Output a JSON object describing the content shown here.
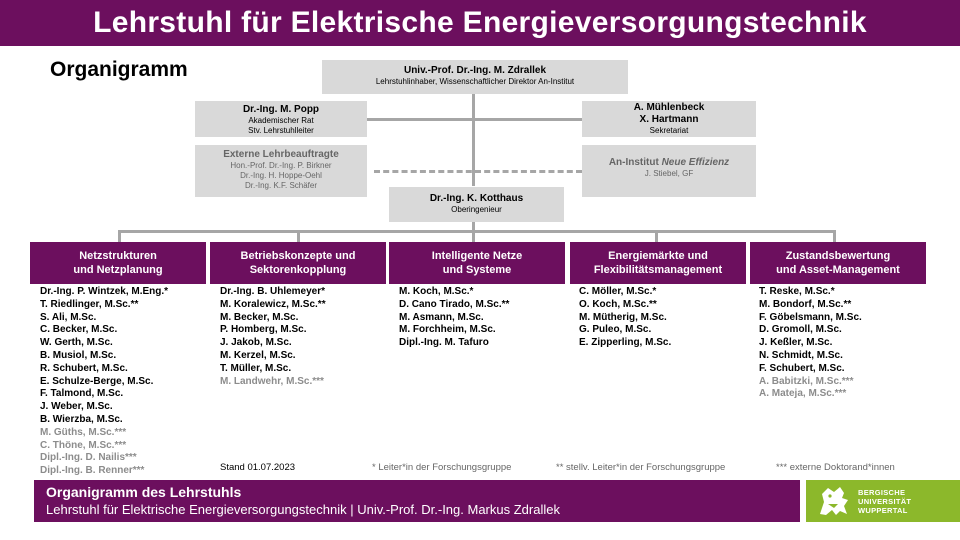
{
  "header": {
    "title": "Lehrstuhl für Elektrische Energieversorgungstechnik"
  },
  "page_title": "Organigramm",
  "head": {
    "name": "Univ.-Prof. Dr.-Ing. M. Zdrallek",
    "role": "Lehrstuhlinhaber, Wissenschaftlicher Direktor An-Institut"
  },
  "popp": {
    "name": "Dr.-Ing. M. Popp",
    "role1": "Akademischer Rat",
    "role2": "Stv. Lehrstuhlleiter"
  },
  "secretary": {
    "name1": "A. Mühlenbeck",
    "name2": "X. Hartmann",
    "role": "Sekretariat"
  },
  "external": {
    "title": "Externe Lehrbeauftragte",
    "p1": "Hon.-Prof. Dr.-Ing. P. Birkner",
    "p2": "Dr.-Ing. H. Hoppe-Oehl",
    "p3": "Dr.-Ing. K.F. Schäfer"
  },
  "institute": {
    "title_prefix": "An-Institut ",
    "title_italic": "Neue Effizienz",
    "sub": "J. Stiebel, GF"
  },
  "chief": {
    "name": "Dr.-Ing. K. Kotthaus",
    "role": "Oberingenieur"
  },
  "groups": [
    {
      "l1": "Netzstrukturen",
      "l2": "und Netzplanung",
      "members": [
        "Dr.-Ing. P. Wintzek, M.Eng.*",
        "T. Riedlinger, M.Sc.**",
        "S. Ali, M.Sc.",
        "C. Becker, M.Sc.",
        "W. Gerth, M.Sc.",
        "B. Musiol, M.Sc.",
        "R. Schubert, M.Sc.",
        "E. Schulze-Berge, M.Sc.",
        "F. Talmond, M.Sc.",
        "J. Weber, M.Sc.",
        "B. Wierzba, M.Sc."
      ],
      "ext": [
        "M. Güths, M.Sc.***",
        "C. Thöne, M.Sc.***",
        "Dipl.-Ing. D. Nailis***",
        "Dipl.-Ing. B. Renner***"
      ]
    },
    {
      "l1": "Betriebskonzepte und",
      "l2": "Sektorenkopplung",
      "members": [
        "Dr.-Ing. B. Uhlemeyer*",
        "M. Koralewicz, M.Sc.**",
        "M. Becker, M.Sc.",
        "P. Homberg, M.Sc.",
        "J. Jakob, M.Sc.",
        "M. Kerzel, M.Sc.",
        "T. Müller, M.Sc."
      ],
      "ext": [
        "M. Landwehr, M.Sc.***"
      ]
    },
    {
      "l1": "Intelligente Netze",
      "l2": "und Systeme",
      "members": [
        "M. Koch, M.Sc.*",
        "D. Cano Tirado, M.Sc.**",
        "M. Asmann, M.Sc.",
        "M. Forchheim, M.Sc.",
        "Dipl.-Ing. M. Tafuro"
      ],
      "ext": []
    },
    {
      "l1": "Energiemärkte und",
      "l2": "Flexibilitätsmanagement",
      "members": [
        "C. Möller, M.Sc.*",
        "O. Koch, M.Sc.**",
        "M. Mütherig, M.Sc.",
        "G. Puleo, M.Sc.",
        "E. Zipperling, M.Sc."
      ],
      "ext": []
    },
    {
      "l1": "Zustandsbewertung",
      "l2": "und Asset-Management",
      "members": [
        "T. Reske, M.Sc.*",
        "M. Bondorf, M.Sc.**",
        "F. Göbelsmann, M.Sc.",
        "D. Gromoll, M.Sc.",
        "J. Keßler, M.Sc.",
        "N. Schmidt, M.Sc.",
        "F. Schubert, M.Sc."
      ],
      "ext": [
        "A. Babitzki, M.Sc.***",
        "A. Mateja, M.Sc.***"
      ]
    }
  ],
  "notes": {
    "stand": "Stand 01.07.2023",
    "n1": "* Leiter*in der Forschungsgruppe",
    "n2": "** stellv. Leiter*in der Forschungsgruppe",
    "n3": "*** externe Doktorand*innen"
  },
  "footer": {
    "line1": "Organigramm des Lehrstuhls",
    "line2": "Lehrstuhl für Elektrische Energieversorgungstechnik | Univ.-Prof. Dr.-Ing. Markus Zdrallek"
  },
  "logo": {
    "l1": "BERGISCHE",
    "l2": "UNIVERSITÄT",
    "l3": "WUPPERTAL",
    "icon": "university-lion-icon"
  },
  "colors": {
    "brand": "#6c0f5e",
    "box": "#d9d9d9",
    "logo": "#8cb82b"
  }
}
